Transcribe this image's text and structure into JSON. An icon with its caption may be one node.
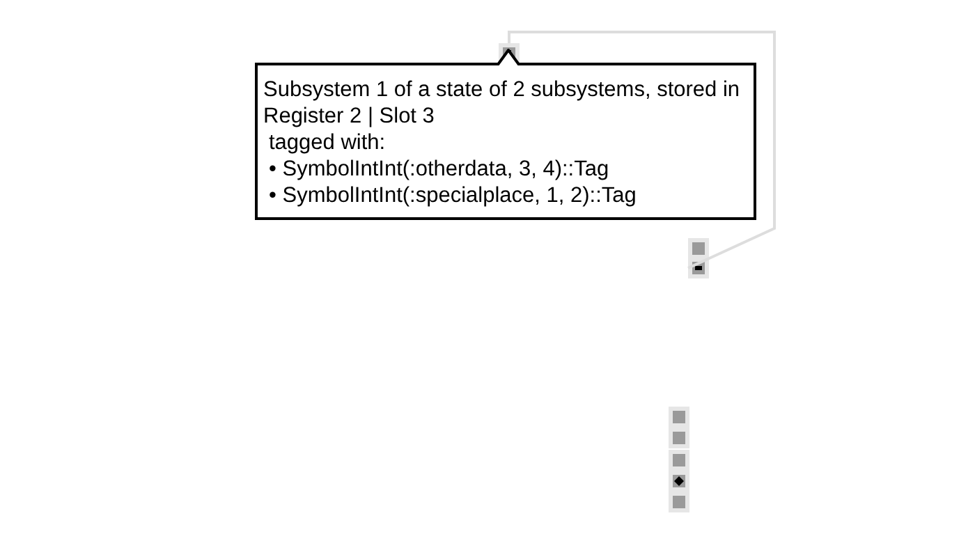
{
  "diagram": {
    "nodes": [
      {
        "text": [
          "Subsystem 1 of a state of 2 subsystems, stored in Register 2 | Slot 3",
          "tagged with:",
          "• SymbolIntInt(:otherdata, 3, 4)::Tag",
          "• SymbolIntInt(:specialplace, 1, 2)::Tag"
        ]
      },
      {
        "text": [],
        "shape": "box"
      },
      {
        "text": [],
        "shape": "box"
      },
      {
        "text": [],
        "shape": "box"
      },
      {
        "text": [],
        "shape": "box"
      },
      {
        "text": [],
        "shape": "box"
      },
      {
        "text": [],
        "shape": "box"
      },
      {
        "text": [],
        "shape": "box"
      },
      {
        "text": [],
        "shape": "box"
      }
    ],
    "edges": [
      {
        "from": 1,
        "to": 3,
        "arrow": "none",
        "color": "#dddddd"
      }
    ]
  }
}
